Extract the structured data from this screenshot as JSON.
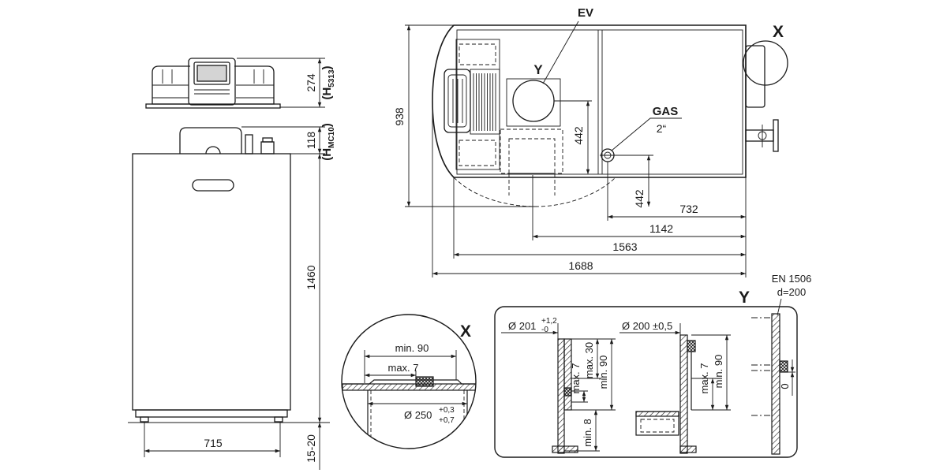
{
  "front_view": {
    "dim_controller_height": "274",
    "label_controller": {
      "open": "(H",
      "sub": "5313",
      "close": ")"
    },
    "dim_cap_height": "118",
    "label_cap": {
      "open": "(H",
      "sub": "MC10",
      "close": ")"
    },
    "dim_body_height": "1460",
    "dim_width": "715",
    "dim_feet": "15-20"
  },
  "plan_view": {
    "label_ev": "EV",
    "label_y": "Y",
    "label_x": "X",
    "dim_depth": "938",
    "dim_flue_offset": "442",
    "label_gas": "GAS",
    "label_gas_size": "2“",
    "dim_gas_offset": "442",
    "width_dims": [
      "732",
      "1142",
      "1563",
      "1688"
    ]
  },
  "detail_x": {
    "title": "X",
    "dim_min": "min. 90",
    "dim_max": "max. 7",
    "diameter": {
      "value": "Ø 250",
      "tol_upper": "+0,3",
      "tol_lower": "+0,7"
    }
  },
  "detail_y": {
    "title": "Y",
    "standard": "EN 1506",
    "standard_diameter": "d=200",
    "a": {
      "diameter": "Ø 201",
      "tol_upper": "+1,2",
      "tol_lower": "-0",
      "dim_max7": "max. 7",
      "dim_max30": "max. 30",
      "dim_min90": "min. 90",
      "dim_min8": "min. 8"
    },
    "b": {
      "diameter": "Ø 200 ±0,5",
      "dim_max7": "max. 7",
      "dim_min90": "min. 90"
    },
    "c": {
      "dim_zero": "0"
    }
  }
}
